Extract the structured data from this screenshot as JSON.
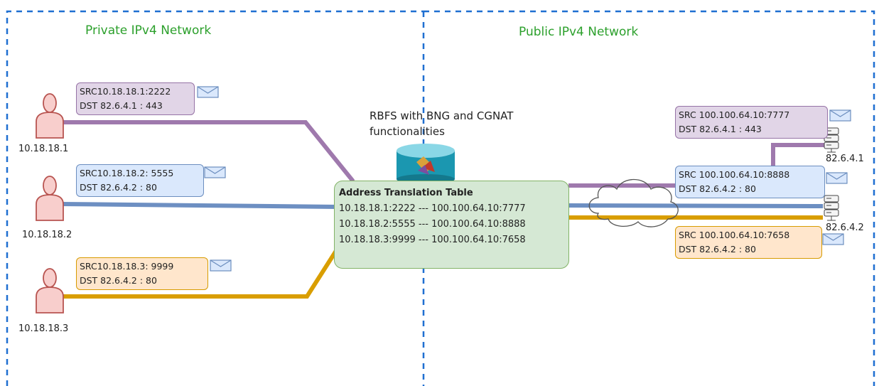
{
  "zones": {
    "private": "Private IPv4 Network",
    "public": "Public IPv4 Network"
  },
  "router": {
    "label": "RBFS with BNG and CGNAT functionalities"
  },
  "nat_table": {
    "title": "Address Translation Table",
    "rows": [
      "10.18.18.1:2222 --- 100.100.64.10:7777",
      "10.18.18.2:5555 ---  100.100.64.10:8888",
      "10.18.18.3:9999 ---  100.100.64.10:7658"
    ]
  },
  "hosts": [
    {
      "ip": "10.18.18.1",
      "packet": {
        "src": "SRC10.18.18.1:2222",
        "dst": "DST 82.6.4.1 : 443"
      }
    },
    {
      "ip": "10.18.18.2",
      "packet": {
        "src": "SRC10.18.18.2: 5555",
        "dst": "DST 82.6.4.2 : 80"
      }
    },
    {
      "ip": "10.18.18.3",
      "packet": {
        "src": "SRC10.18.18.3: 9999",
        "dst": "DST 82.6.4.2 : 80"
      }
    }
  ],
  "public_packets": [
    {
      "src": "SRC 100.100.64.10:7777",
      "dst": "DST 82.6.4.1 : 443"
    },
    {
      "src": "SRC 100.100.64.10:8888",
      "dst": "DST 82.6.4.2 : 80"
    },
    {
      "src": "SRC 100.100.64.10:7658",
      "dst": "DST 82.6.4.2 : 80"
    }
  ],
  "servers": [
    {
      "ip": "82.6.4.1"
    },
    {
      "ip": "82.6.4.2"
    }
  ],
  "colors": {
    "flow1": "#9f79ad",
    "flow2": "#6d8fc2",
    "flow3": "#d99e00",
    "boundary": "#1f6fd1",
    "zone_title": "#2ca02c"
  }
}
